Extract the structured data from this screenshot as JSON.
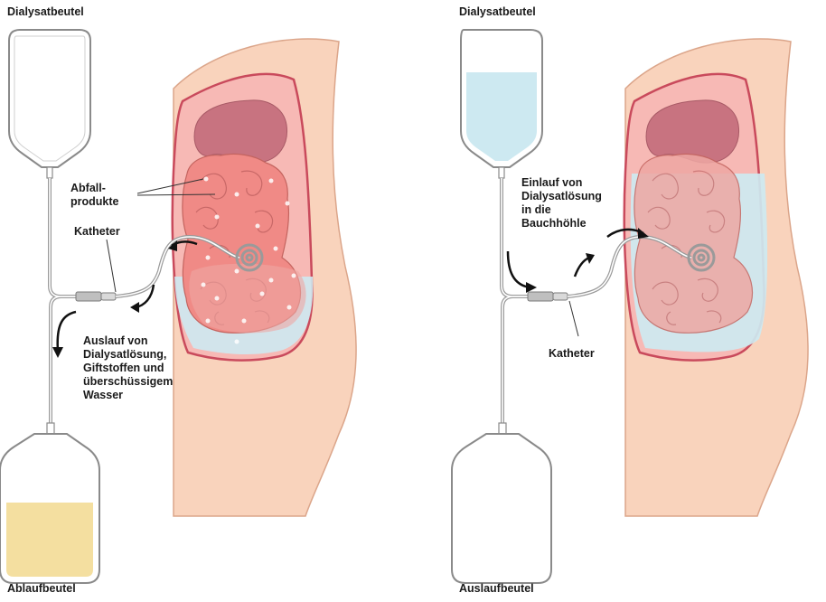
{
  "left_panel": {
    "top_bag_label": "Dialysatbeutel",
    "bottom_bag_label": "Ablaufbeutel",
    "waste_label": [
      "Abfall-",
      "produkte"
    ],
    "catheter_label": "Katheter",
    "outflow_label": [
      "Auslauf von",
      "Dialysatlösung,",
      "Giftstoffen und",
      "überschüssigem",
      "Wasser"
    ]
  },
  "right_panel": {
    "top_bag_label": "Dialysatbeutel",
    "bottom_bag_label": "Auslaufbeutel",
    "inflow_label": [
      "Einlauf von",
      "Dialysatlösung",
      "in die",
      "Bauchhöhle"
    ],
    "catheter_label": "Katheter"
  },
  "colors": {
    "skin": "#f9d3bc",
    "skin_outline": "#dba58a",
    "cavity": "#f7b9b5",
    "cavity_outline": "#c94a5c",
    "liver": "#c87380",
    "intestine_infected": "#f08a86",
    "intestine_clean": "#eea7a3",
    "dialysate_fluid": "#cde9f1",
    "waste_fluid": "#f4dfa0",
    "bag_outline": "#8a8a8a"
  }
}
